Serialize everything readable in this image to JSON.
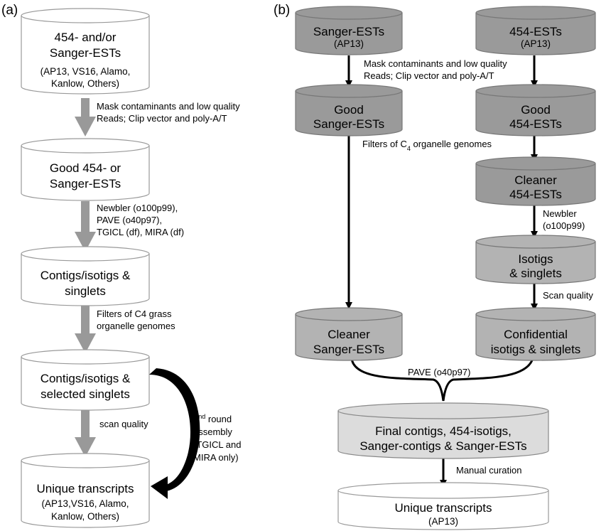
{
  "panel_a": {
    "label": "(a)",
    "boxes": [
      {
        "lines": [
          "454- and/or",
          "Sanger-ESTs",
          "(AP13, VS16, Alamo,",
          "Kanlow, Others)"
        ]
      },
      {
        "lines": [
          "Good 454- or",
          "Sanger-ESTs"
        ]
      },
      {
        "lines": [
          "Contigs/isotigs &",
          "singlets"
        ]
      },
      {
        "lines": [
          "Contigs/isotigs &",
          "selected singlets"
        ]
      },
      {
        "lines": [
          "Unique transcripts",
          "(AP13,VS16, Alamo,",
          "Kanlow, Others)"
        ]
      }
    ],
    "steps": [
      {
        "lines": [
          "Mask contaminants and low quality",
          "Reads; Clip vector and poly-A/T"
        ]
      },
      {
        "lines": [
          "Newbler (o100p99),",
          "PAVE (o40p97),",
          "TGICL (df), MIRA (df)"
        ]
      },
      {
        "lines": [
          "Filters of C4 grass",
          "organelle genomes"
        ]
      },
      {
        "lines": [
          "scan quality"
        ]
      }
    ],
    "second_round": {
      "line1_super": "nd",
      "line1_pre": "2",
      "line1_post": " round",
      "lines": [
        "assembly",
        "(TGICL and",
        "MIRA only)"
      ]
    }
  },
  "panel_b": {
    "label": "(b)",
    "boxes": {
      "sanger": {
        "title": "Sanger-ESTs",
        "sub": "(AP13)"
      },
      "est454": {
        "title": "454-ESTs",
        "sub": "(AP13)"
      },
      "good_sanger": {
        "lines": [
          "Good",
          "Sanger-ESTs"
        ]
      },
      "good_454": {
        "lines": [
          "Good",
          "454-ESTs"
        ]
      },
      "cleaner_454": {
        "lines": [
          "Cleaner",
          "454-ESTs"
        ]
      },
      "isotigs": {
        "lines": [
          "Isotigs",
          "& singlets"
        ]
      },
      "cleaner_sanger": {
        "lines": [
          "Cleaner",
          "Sanger-ESTs"
        ]
      },
      "confidential": {
        "lines": [
          "Confidential",
          "isotigs & singlets"
        ]
      },
      "final": {
        "lines": [
          "Final contigs,  454-isotigs,",
          "Sanger-contigs & Sanger-ESTs"
        ]
      },
      "unique": {
        "title": "Unique transcripts",
        "sub": "(AP13)"
      }
    },
    "steps": {
      "mask": {
        "lines": [
          "Mask contaminants and low quality",
          "Reads; Clip vector and poly-A/T"
        ]
      },
      "filters": {
        "pre": "Filters of C",
        "sub": "4",
        "post": " organelle genomes"
      },
      "newbler": {
        "lines": [
          "Newbler",
          "(o100p99)"
        ]
      },
      "scan": "Scan quality",
      "pave": "PAVE (o40p97)",
      "curation": "Manual curation"
    }
  },
  "colors": {
    "dark_gray": "#9a9a9a",
    "mid_gray": "#b3b3b3",
    "light_gray": "#dcdcdc",
    "arrow_gray": "#999999"
  }
}
